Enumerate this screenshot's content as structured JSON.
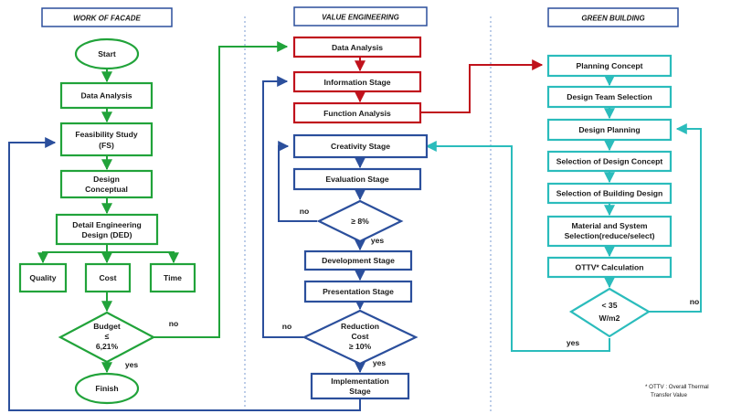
{
  "colors": {
    "green": "#21a33a",
    "red": "#c0121c",
    "blue": "#2b4f9c",
    "teal": "#2bbcbc"
  },
  "headers": {
    "facade": "WORK OF FACADE",
    "ve": "VALUE ENGINEERING",
    "gb": "GREEN BUILDING"
  },
  "facade": {
    "start": "Start",
    "data_analysis": "Data Analysis",
    "fs1": "Feasibility Study",
    "fs2": "(FS)",
    "dc1": "Design",
    "dc2": "Conceptual",
    "ded1": "Detail Engineering",
    "ded2": "Design (DED)",
    "quality": "Quality",
    "cost": "Cost",
    "time": "Time",
    "budget1": "Budget",
    "budget2": "≤",
    "budget3": "6,21%",
    "finish": "Finish",
    "no": "no",
    "yes": "yes"
  },
  "ve": {
    "data_analysis": "Data Analysis",
    "information": "Information Stage",
    "function": "Function Analysis",
    "creativity": "Creativity Stage",
    "evaluation": "Evaluation Stage",
    "d8": "≥ 8%",
    "development": "Development Stage",
    "presentation": "Presentation Stage",
    "red1": "Reduction",
    "red2": "Cost",
    "red3": "≥ 10%",
    "imp1": "Implementation",
    "imp2": "Stage",
    "no1": "no",
    "yes1": "yes",
    "no2": "no",
    "yes2": "yes"
  },
  "gb": {
    "planning": "Planning Concept",
    "team": "Design Team Selection",
    "design_planning": "Design Planning",
    "concept": "Selection of Design Concept",
    "building": "Selection of Building Design",
    "mat1": "Material and System",
    "mat2": "Selection(reduce/select)",
    "ottv": "OTTV* Calculation",
    "d1": "< 35",
    "d2": "W/m2",
    "no": "no",
    "yes": "yes"
  },
  "footnote": {
    "line1": "* OTTV : Overall Thermal",
    "line2": "Transfer Value"
  }
}
